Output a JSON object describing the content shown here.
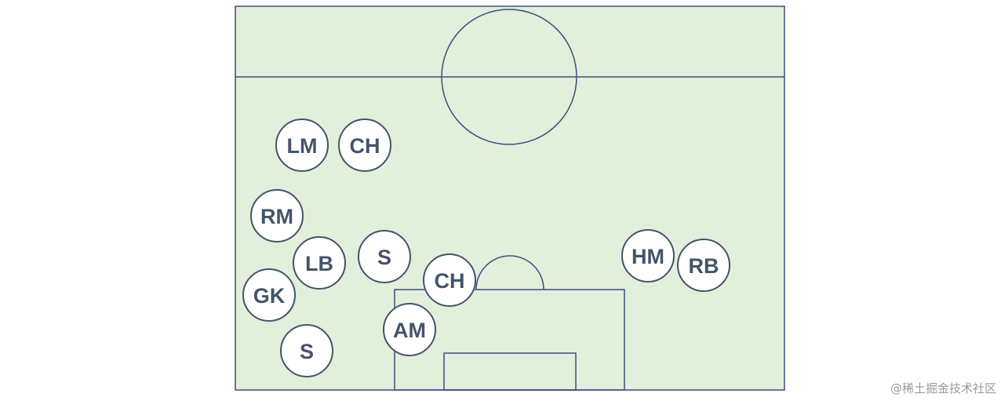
{
  "field": {
    "grass_color": "#e2efda",
    "line_color": "#3b4f80",
    "marker_stroke": "#44546a",
    "marker_fill": "#ffffff"
  },
  "players": [
    {
      "id": "lm",
      "label": "LM"
    },
    {
      "id": "ch-top",
      "label": "CH"
    },
    {
      "id": "rm",
      "label": "RM"
    },
    {
      "id": "lb",
      "label": "LB"
    },
    {
      "id": "s-mid",
      "label": "S"
    },
    {
      "id": "ch-box",
      "label": "CH"
    },
    {
      "id": "gk",
      "label": "GK"
    },
    {
      "id": "am",
      "label": "AM"
    },
    {
      "id": "s-bottom",
      "label": "S"
    },
    {
      "id": "hm",
      "label": "HM"
    },
    {
      "id": "rb",
      "label": "RB"
    }
  ],
  "watermark": "@稀土掘金技术社区"
}
